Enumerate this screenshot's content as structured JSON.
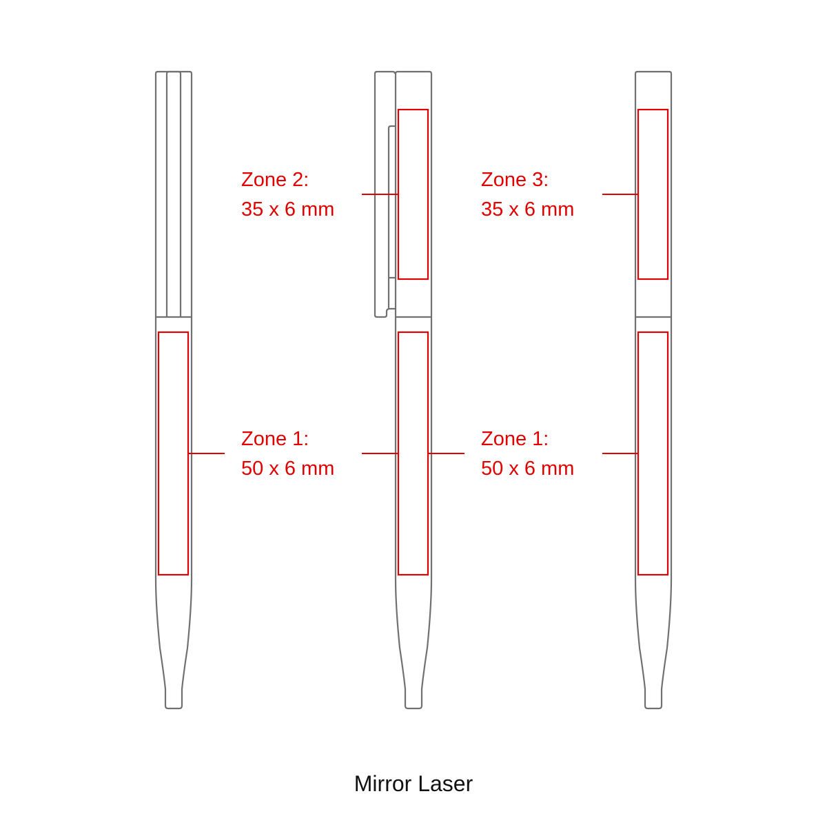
{
  "colors": {
    "outline": "#707070",
    "zone": "#e00000",
    "caption": "#111111"
  },
  "labels": {
    "pen1_zone1": {
      "title": "Zone 1:",
      "size": "50 x 6 mm"
    },
    "pen2_zone2": {
      "title": "Zone 2:",
      "size": "35 x 6 mm"
    },
    "pen2_zone1": {
      "title": "Zone 1:",
      "size": "50 x 6 mm"
    },
    "pen3_zone3": {
      "title": "Zone 3:",
      "size": "35 x 6 mm"
    }
  },
  "caption": "Mirror Laser"
}
